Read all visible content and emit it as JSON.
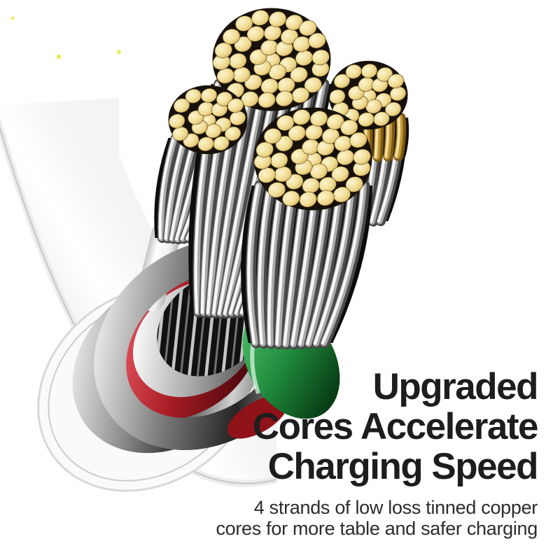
{
  "title_lines": [
    "Upgraded",
    "Cores Accelerate",
    "Charging Speed"
  ],
  "subtitle_lines": [
    "4 strands of low loss tinned copper",
    "cores for more table and safer charging"
  ],
  "illustration": {
    "description": "Cut-away cable end with four splayed bundles of tinned copper wire strands",
    "bundle_count": 4
  },
  "colors": {
    "background": "#ffffff",
    "headline_text": "#1d1d1d",
    "subtitle_text": "#2c2c2c",
    "copper_gold": "#f1dd96",
    "brass_shaft": "#c3973a",
    "wire_silver": "#ababab",
    "jacket_white": "#fafafa",
    "insulation_red": "#a81c24",
    "insulation_green": "#1f8a3c",
    "shield_dark": "#262626"
  }
}
